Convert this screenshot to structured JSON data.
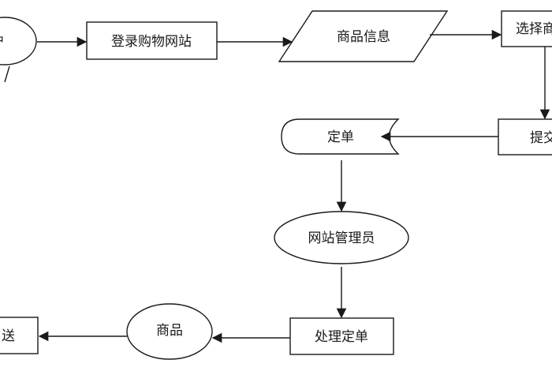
{
  "nodes": {
    "user": "户",
    "login": "登录购物网站",
    "product_info": "商品信息",
    "select_product": "选择商",
    "submit": "提交",
    "order": "定单",
    "admin": "网站管理员",
    "process_order": "处理定单",
    "goods": "商品",
    "delivery": "送"
  }
}
